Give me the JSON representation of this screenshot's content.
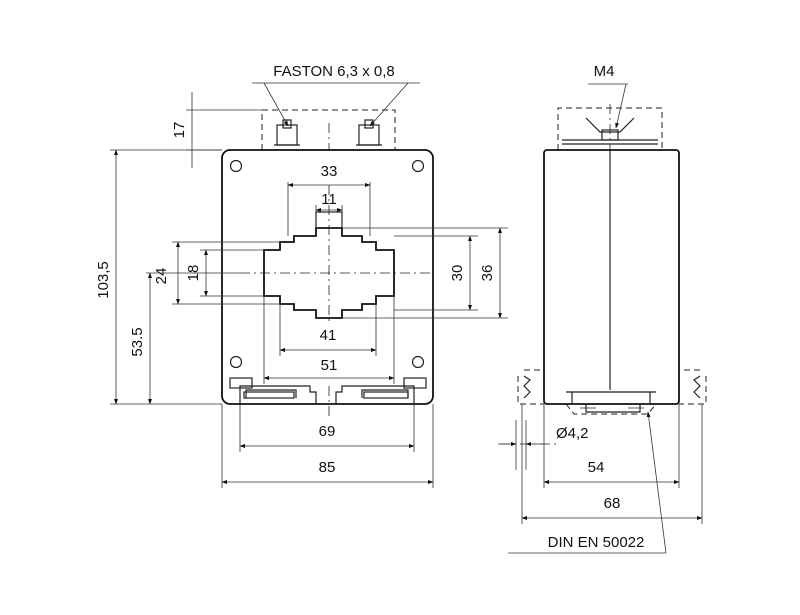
{
  "front_view": {
    "faston_label": "FASTON 6,3 x 0,8",
    "dim_17": "17",
    "dim_33": "33",
    "dim_11": "11",
    "dim_18": "18",
    "dim_24": "24",
    "dim_30": "30",
    "dim_36": "36",
    "dim_41": "41",
    "dim_51": "51",
    "dim_103_5": "103,5",
    "dim_53_5": "53.5",
    "dim_69": "69",
    "dim_85": "85"
  },
  "side_view": {
    "screw_label": "M4",
    "dim_hole": "Ø4,2",
    "dim_54": "54",
    "dim_68": "68",
    "rail_label": "DIN EN 50022"
  }
}
